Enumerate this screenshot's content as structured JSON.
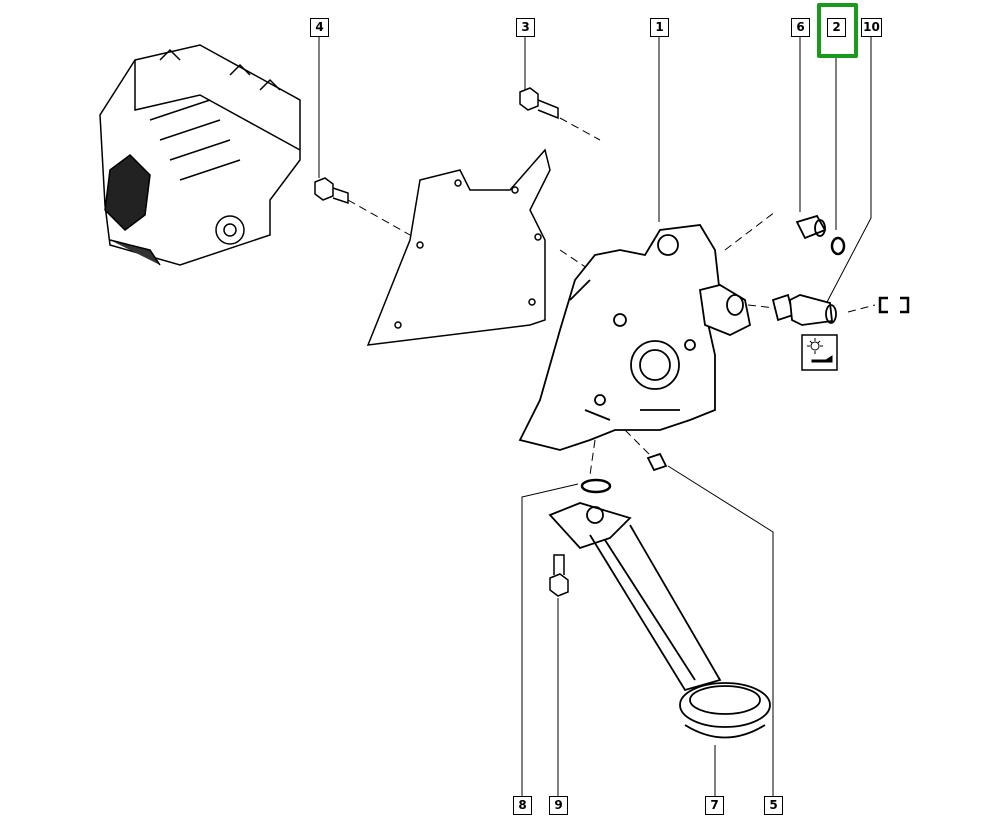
{
  "diagram": {
    "type": "exploded-parts-diagram",
    "highlight_color": "#1a9a1a",
    "selected_part": "2",
    "callouts": {
      "p4": "4",
      "p3": "3",
      "p1": "1",
      "p6": "6",
      "p2": "2",
      "p10": "10",
      "p8": "8",
      "p9": "9",
      "p7": "7",
      "p5": "5"
    },
    "symbols": [
      "oil-pressure-warning-icon",
      "connector-icon"
    ]
  }
}
